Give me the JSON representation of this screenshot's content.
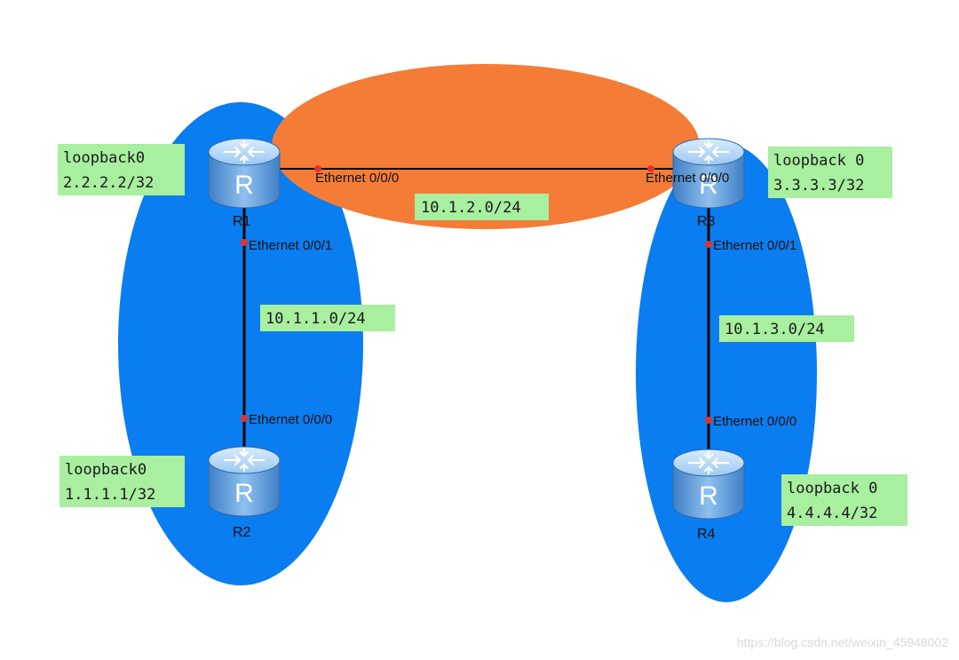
{
  "routers": {
    "r1": {
      "name": "R1",
      "loopback_name": "loopback0",
      "loopback_ip": "2.2.2.2/32"
    },
    "r2": {
      "name": "R2",
      "loopback_name": "loopback0",
      "loopback_ip": "1.1.1.1/32"
    },
    "r3": {
      "name": "R3",
      "loopback_name": "loopback 0",
      "loopback_ip": "3.3.3.3/32"
    },
    "r4": {
      "name": "R4",
      "loopback_name": "loopback 0",
      "loopback_ip": "4.4.4.4/32"
    }
  },
  "links": {
    "r1_r3": {
      "network": "10.1.2.0/24",
      "r1_interface": "Ethernet 0/0/0",
      "r3_interface": "Ethernet 0/0/0"
    },
    "r1_r2": {
      "network": "10.1.1.0/24",
      "r1_interface": "Ethernet 0/0/1",
      "r2_interface": "Ethernet 0/0/0"
    },
    "r3_r4": {
      "network": "10.1.3.0/24",
      "r3_interface": "Ethernet 0/0/1",
      "r4_interface": "Ethernet 0/0/0"
    }
  },
  "router_icon_letter": "R",
  "areas": {
    "backbone_color": "#f47c36",
    "left_area_color": "#0a7df0",
    "right_area_color": "#0a7df0"
  },
  "colors": {
    "interface_dot": "#e8302a",
    "label_background": "#a8ef9f"
  },
  "watermark": "https://blog.csdn.net/weixin_45948002"
}
